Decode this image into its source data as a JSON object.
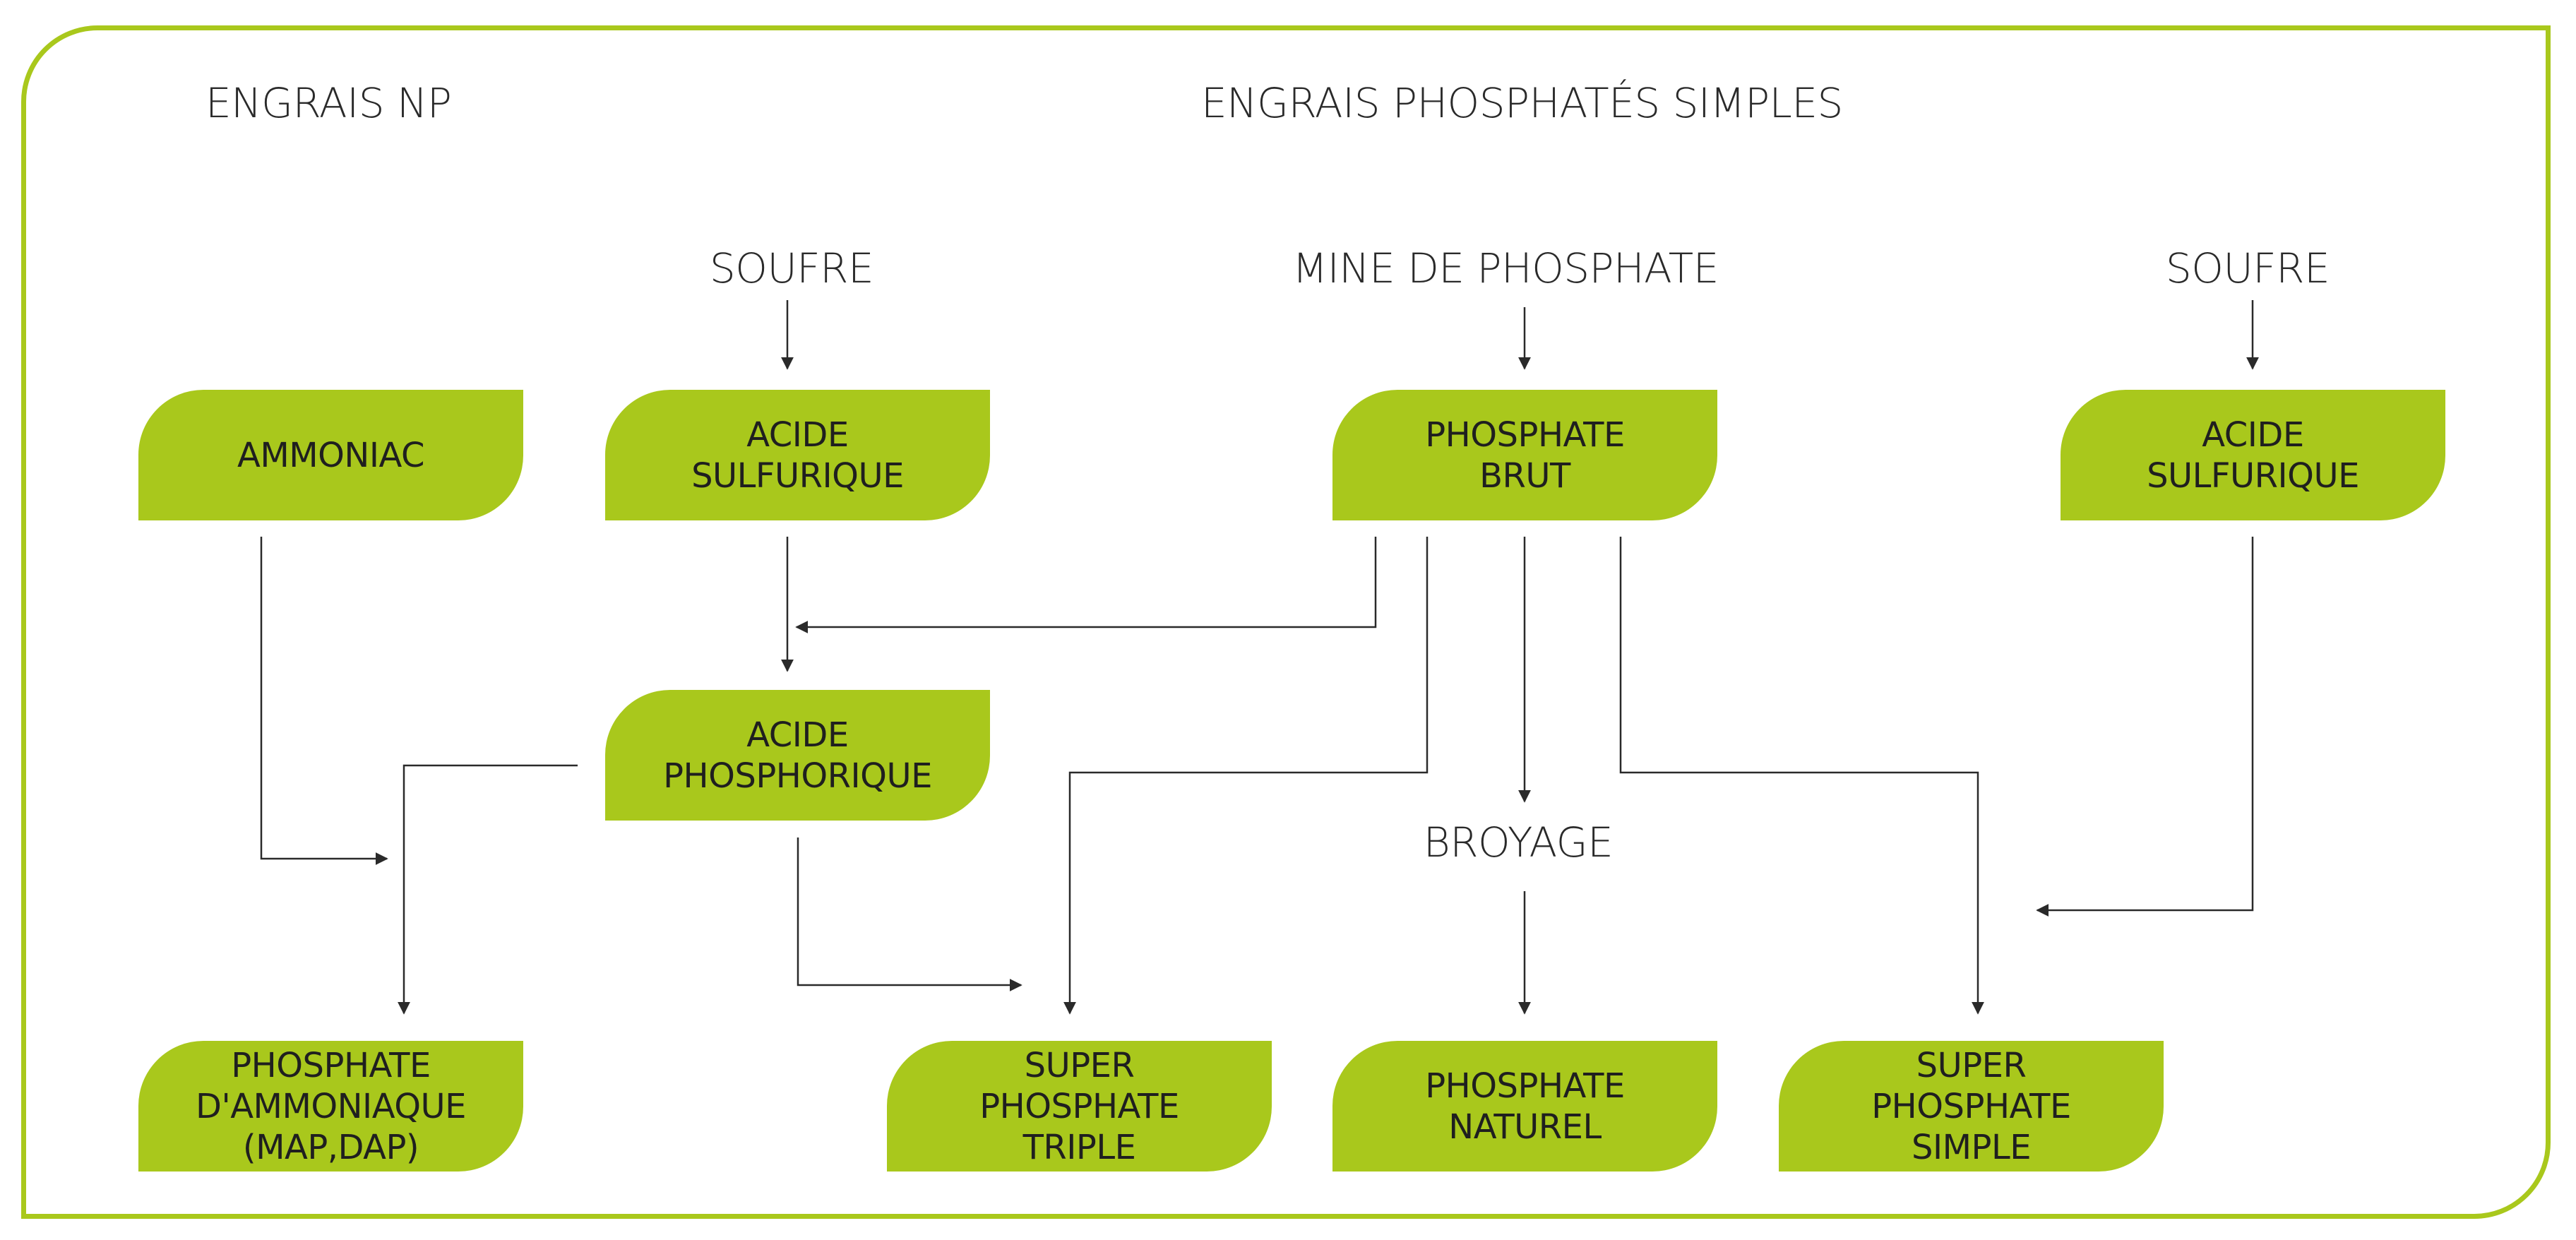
{
  "headings": {
    "np": "ENGRAIS NP",
    "simple": "ENGRAIS PHOSPHATÉS SIMPLES"
  },
  "sources": {
    "soufre_left": "SOUFRE",
    "mine": "MINE DE PHOSPHATE",
    "soufre_right": "SOUFRE",
    "broyage": "BROYAGE"
  },
  "boxes": {
    "ammoniac": "AMMONIAC",
    "acide_sulfurique_left": "ACIDE\nSULFURIQUE",
    "phosphate_brut": "PHOSPHATE\nBRUT",
    "acide_sulfurique_right": "ACIDE\nSULFURIQUE",
    "acide_phosphorique": "ACIDE\nPHOSPHORIQUE",
    "phosphate_ammoniaque": "PHOSPHATE\nD'AMMONIAQUE\n(MAP,DAP)",
    "super_phosphate_triple": "SUPER\nPHOSPHATE\nTRIPLE",
    "phosphate_naturel": "PHOSPHATE\nNATUREL",
    "super_phosphate_simple": "SUPER\nPHOSPHATE\nSIMPLE"
  },
  "colors": {
    "accent": "#a9c81c",
    "line": "#2a2a2a",
    "text": "#1f1f1f"
  }
}
